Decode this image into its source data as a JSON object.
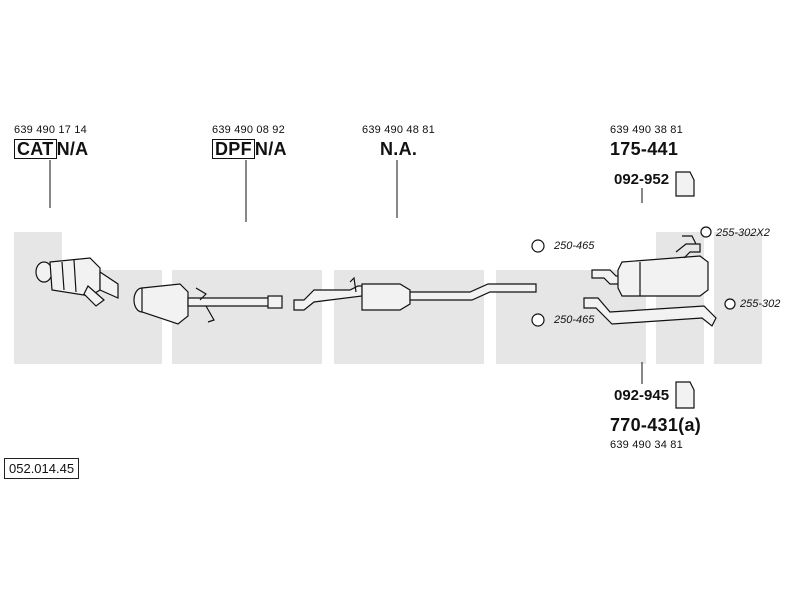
{
  "labels": {
    "cat_part_no": "639 490 17 14",
    "cat_box": "CAT",
    "cat_value": "N/A",
    "dpf_part_no": "639 490 08 92",
    "dpf_box": "DPF",
    "dpf_value": "N/A",
    "mid_part_no": "639 490 48 81",
    "mid_value": "N.A.",
    "rear_part_no": "639 490 38 81",
    "rear_code": "175-441",
    "hanger_upper": "092-952",
    "clamp_upper": "255-302X2",
    "clamp_left_upper": "250-465",
    "clamp_left_lower": "250-465",
    "clamp_right_lower": "255-302",
    "hanger_lower": "092-945",
    "tail_code": "770-431(a)",
    "tail_part_no": "639 490 34 81",
    "diagram_ref": "052.014.45"
  },
  "colors": {
    "watermark": "#e6e6e6",
    "line": "#111111",
    "part_fill": "#f2f2f2"
  }
}
